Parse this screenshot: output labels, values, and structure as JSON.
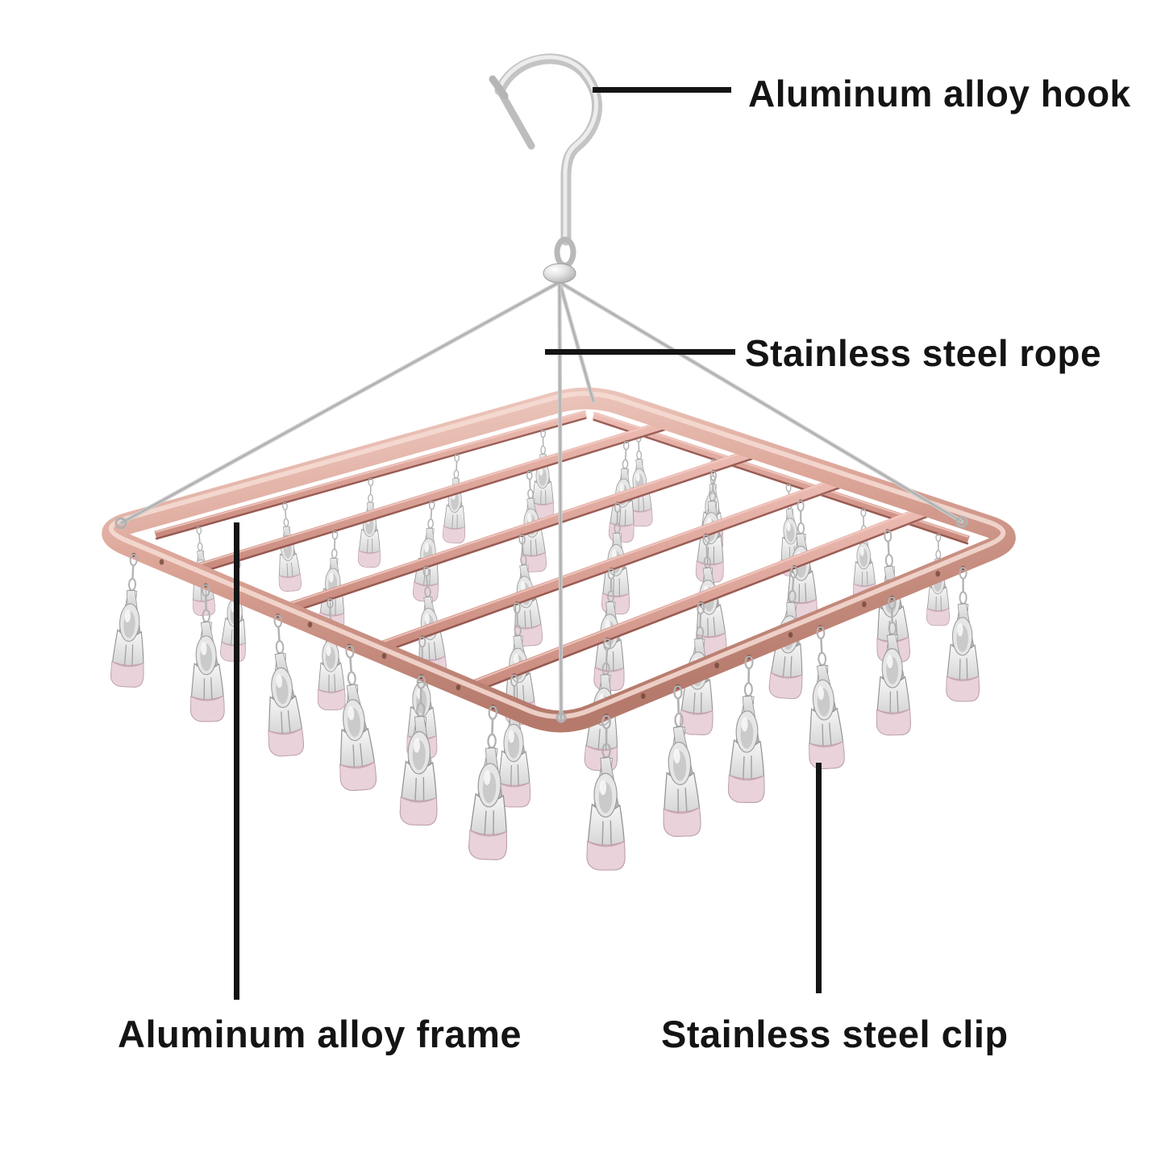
{
  "page": {
    "background": "#ffffff"
  },
  "callouts": [
    {
      "id": "hook",
      "label": "Aluminum alloy hook"
    },
    {
      "id": "rope",
      "label": "Stainless steel rope"
    },
    {
      "id": "frame",
      "label": "Aluminum alloy frame"
    },
    {
      "id": "clip",
      "label": "Stainless steel clip"
    }
  ],
  "colors": {
    "frame_highlight": "#f2d2c9",
    "frame_mid": "#dda79a",
    "frame_shadow": "#b57a6c",
    "bar_highlight": "#edbcb3",
    "bar_shadow": "#c98a7d",
    "bar_edge": "#8d5049",
    "steel_highlight": "#f7f7f7",
    "steel_shadow": "#c2c2c2",
    "steel_outline": "#8f8f8f",
    "wire": "#b2b2b2",
    "rope": "#c9c9c9",
    "rope_core": "#9f9f9f",
    "hook_metal": "#c4c4c4",
    "hook_shine": "#ededed",
    "clip_tip": "#e9d2da",
    "clip_tip_edge": "#c4a3b0",
    "hole": "#6e4238",
    "annotation": "#141414",
    "background": "#ffffff"
  }
}
